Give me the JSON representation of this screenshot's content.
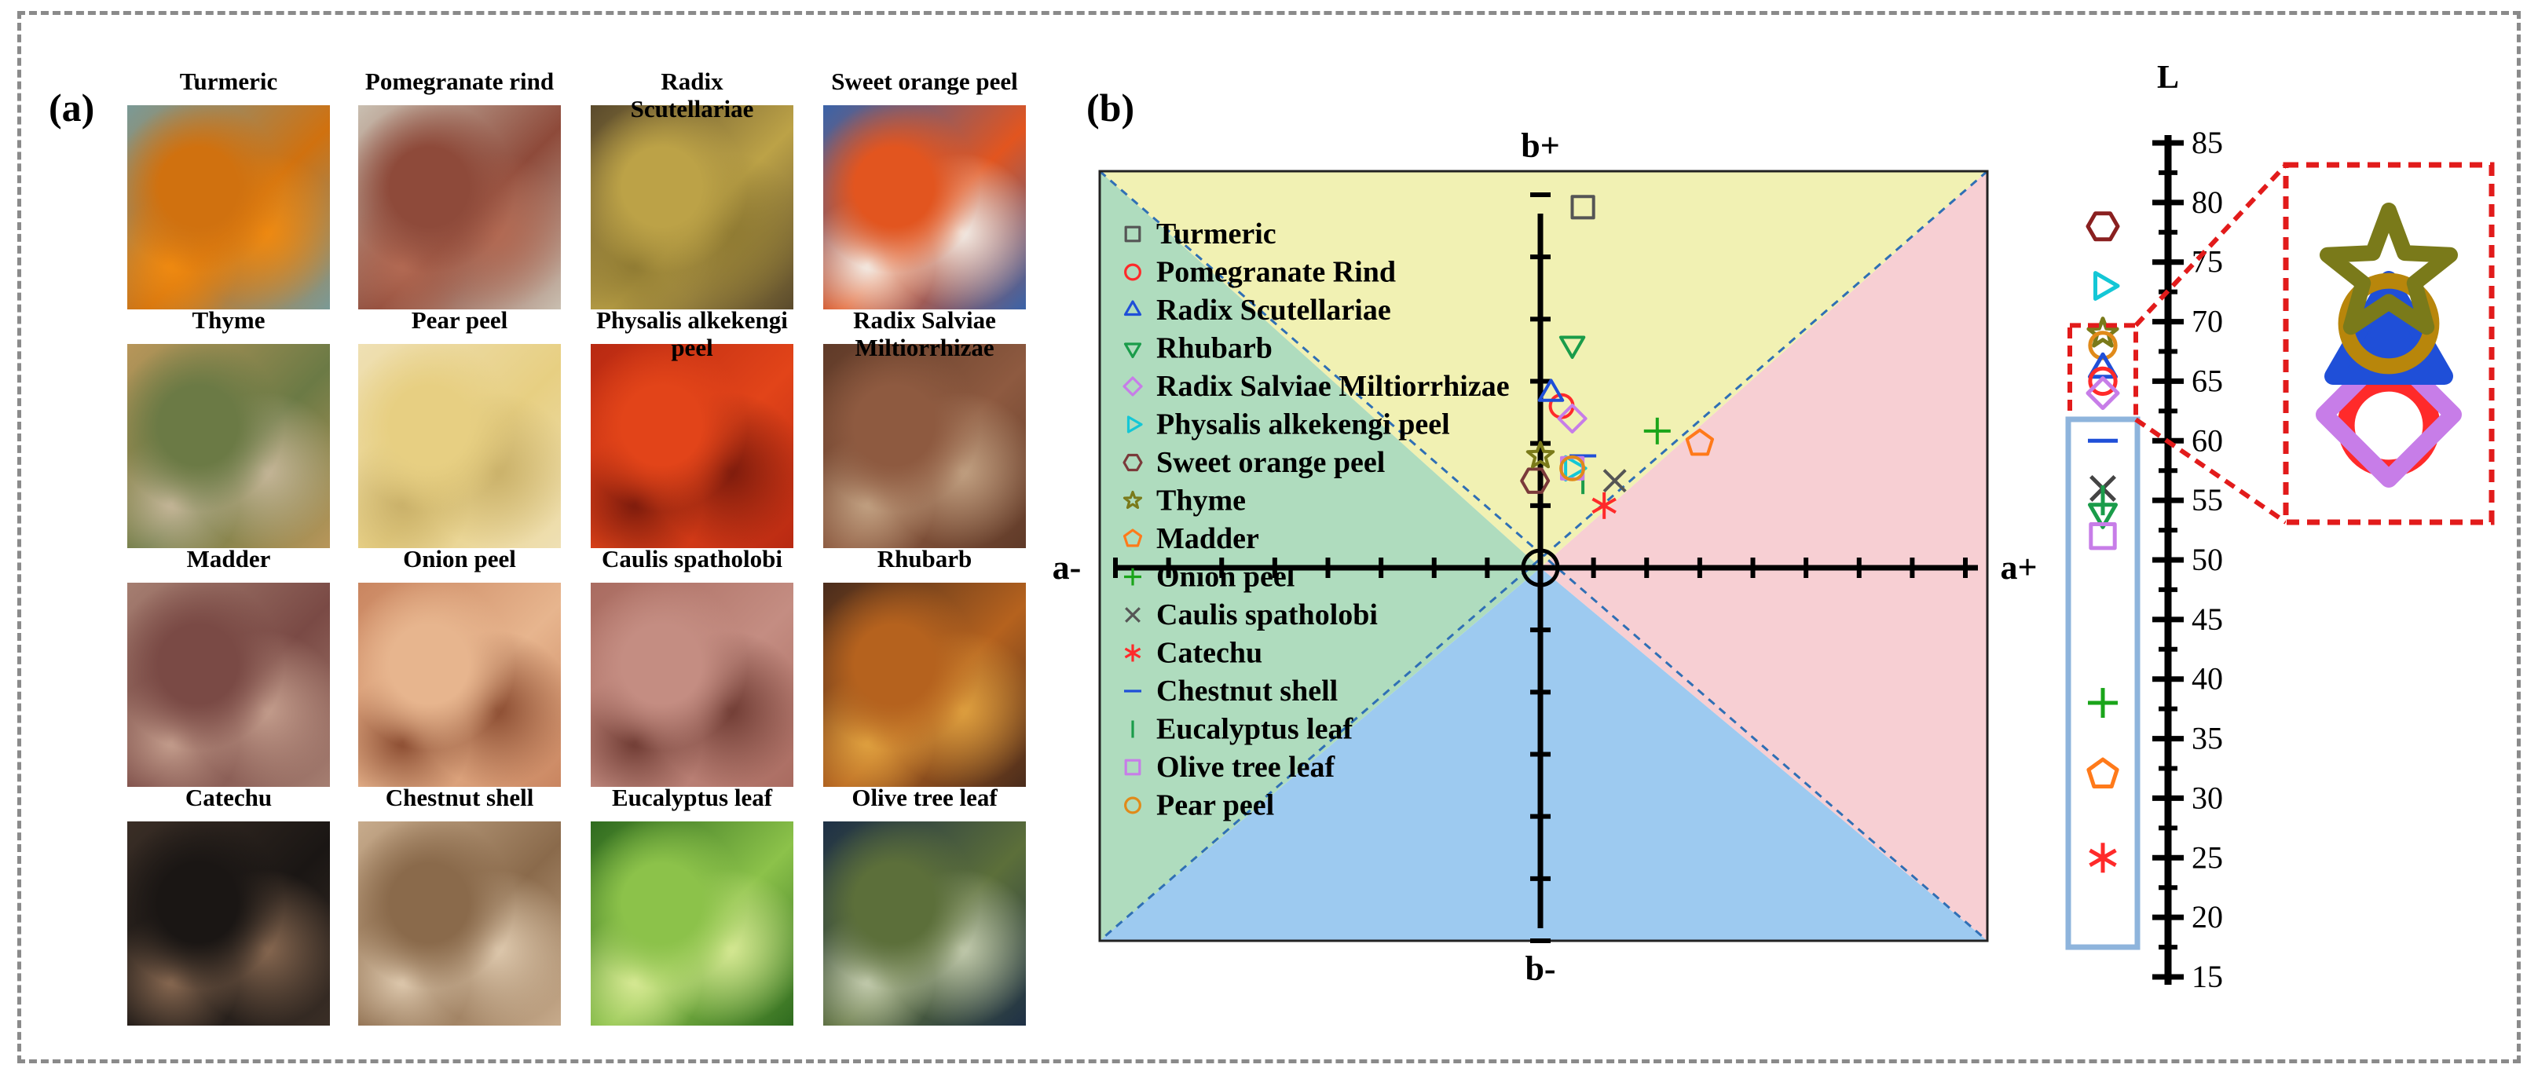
{
  "panel_a": {
    "label": "(a)",
    "photos": [
      {
        "title": "Turmeric",
        "title2": "",
        "colors": [
          "#7a9a97",
          "#d0710f",
          "#f08a10"
        ]
      },
      {
        "title": "Pomegranate rind",
        "title2": "",
        "colors": [
          "#c9bfb1",
          "#8e4a3a",
          "#b36a53"
        ]
      },
      {
        "title": "Radix",
        "title2": "Scutellariae",
        "colors": [
          "#5a4a2c",
          "#bca247",
          "#8f7a32"
        ]
      },
      {
        "title": "Sweet orange peel",
        "title2": "",
        "colors": [
          "#3a63a8",
          "#e2551f",
          "#f4f0ea"
        ]
      },
      {
        "title": "Thyme",
        "title2": "",
        "colors": [
          "#b8965a",
          "#6b7a45",
          "#c7b79a"
        ]
      },
      {
        "title": "Pear peel",
        "title2": "",
        "colors": [
          "#efe0b4",
          "#e7cf82",
          "#c9b069"
        ]
      },
      {
        "title": "Physalis alkekengi",
        "title2": "peel",
        "colors": [
          "#b82912",
          "#e24419",
          "#7a1a0c"
        ]
      },
      {
        "title": "Radix Salviae",
        "title2": "Miltiorrhizae",
        "colors": [
          "#5f3a28",
          "#8e5a40",
          "#c2a283"
        ]
      },
      {
        "title": "Madder",
        "title2": "",
        "colors": [
          "#a57e71",
          "#7a4a45",
          "#c59f8e"
        ]
      },
      {
        "title": "Onion peel",
        "title2": "",
        "colors": [
          "#c98560",
          "#e7b58e",
          "#8a4b30"
        ]
      },
      {
        "title": "Caulis spatholobi",
        "title2": "",
        "colors": [
          "#a96b60",
          "#c48d82",
          "#6e3a32"
        ]
      },
      {
        "title": "Rhubarb",
        "title2": "",
        "colors": [
          "#4a2c1c",
          "#b5621e",
          "#e0a240"
        ]
      },
      {
        "title": "Catechu",
        "title2": "",
        "colors": [
          "#3a2e26",
          "#1a1614",
          "#8a6a52"
        ]
      },
      {
        "title": "Chestnut shell",
        "title2": "",
        "colors": [
          "#c7ab8c",
          "#8a6a4b",
          "#e0cbb0"
        ]
      },
      {
        "title": "Eucalyptus leaf",
        "title2": "",
        "colors": [
          "#2f6b1f",
          "#8cc24a",
          "#d9ea96"
        ]
      },
      {
        "title": "Olive tree leaf",
        "title2": "",
        "colors": [
          "#1e3046",
          "#5c6f3a",
          "#c5cdb0"
        ]
      }
    ]
  },
  "panel_b": {
    "label": "(b)"
  },
  "chart_data": [
    {
      "type": "scatter",
      "title": "",
      "axis_labels": {
        "b_plus": "b+",
        "b_minus": "b-",
        "a_minus": "a-",
        "a_plus": "a+"
      },
      "quadrant_colors": {
        "top": "#f1f1b3",
        "right": "#f7cfd3",
        "bottom": "#9dcaf0",
        "left": "#afdcbe"
      },
      "xlim": [
        -40,
        40
      ],
      "ylim": [
        -30,
        30
      ],
      "grid": false,
      "legend_position": "top-left",
      "series": [
        {
          "name": "Turmeric",
          "marker": "square",
          "color": "#555555",
          "a": 4,
          "b": 29
        },
        {
          "name": "Pomegranate Rind",
          "marker": "circle",
          "color": "#ff2a2a",
          "a": 2,
          "b": 13
        },
        {
          "name": "Radix Scutellariae",
          "marker": "triangle-up",
          "color": "#1f4fd8",
          "a": 1,
          "b": 14
        },
        {
          "name": "Rhubarb",
          "marker": "triangle-down",
          "color": "#1a9c4a",
          "a": 3,
          "b": 18
        },
        {
          "name": "Radix Salviae Miltiorrhizae",
          "marker": "diamond",
          "color": "#c77de8",
          "a": 3,
          "b": 12
        },
        {
          "name": "Physalis alkekengi peel",
          "marker": "triangle-right",
          "color": "#14c7d6",
          "a": 3,
          "b": 8
        },
        {
          "name": "Sweet orange peel",
          "marker": "hexagon",
          "color": "#7a3a3a",
          "a": -0.5,
          "b": 7
        },
        {
          "name": "Thyme",
          "marker": "star",
          "color": "#7a7a1a",
          "a": 0,
          "b": 9
        },
        {
          "name": "Madder",
          "marker": "pentagon",
          "color": "#ff7a1a",
          "a": 15,
          "b": 10
        },
        {
          "name": "Onion peel",
          "marker": "plus",
          "color": "#1aa51a",
          "a": 11,
          "b": 11
        },
        {
          "name": "Caulis spatholobi",
          "marker": "x",
          "color": "#555555",
          "a": 7,
          "b": 7
        },
        {
          "name": "Catechu",
          "marker": "asterisk",
          "color": "#ff2a2a",
          "a": 6,
          "b": 5
        },
        {
          "name": "Chestnut shell",
          "marker": "hline",
          "color": "#1f4fd8",
          "a": 4,
          "b": 9
        },
        {
          "name": "Eucalyptus leaf",
          "marker": "vline",
          "color": "#1a9c4a",
          "a": 4,
          "b": 7
        },
        {
          "name": "Olive tree leaf",
          "marker": "square",
          "color": "#c77de8",
          "a": 3,
          "b": 8
        },
        {
          "name": "Pear peel",
          "marker": "circle",
          "color": "#e08a1a",
          "a": 3,
          "b": 8
        }
      ]
    },
    {
      "type": "scatter",
      "title": "",
      "ylabel": "L",
      "ylim": [
        15,
        85
      ],
      "yticks": [
        15,
        20,
        25,
        30,
        35,
        40,
        45,
        50,
        55,
        60,
        65,
        70,
        75,
        80,
        85
      ],
      "points": [
        {
          "marker": "hexagon",
          "color": "#8a2020",
          "L": 78
        },
        {
          "marker": "triangle-right",
          "color": "#14c7d6",
          "L": 73
        },
        {
          "marker": "star",
          "color": "#7a7a1a",
          "L": 69
        },
        {
          "marker": "circle",
          "color": "#e08a1a",
          "L": 68
        },
        {
          "marker": "triangle-up",
          "color": "#1f4fd8",
          "L": 66
        },
        {
          "marker": "circle",
          "color": "#ff2a2a",
          "L": 65
        },
        {
          "marker": "diamond",
          "color": "#c77de8",
          "L": 64
        },
        {
          "marker": "hline",
          "color": "#1f4fd8",
          "L": 60
        },
        {
          "marker": "x",
          "color": "#444444",
          "L": 56
        },
        {
          "marker": "triangle-down",
          "color": "#1a9c4a",
          "L": 54
        },
        {
          "marker": "vline",
          "color": "#1a9c4a",
          "L": 55
        },
        {
          "marker": "square",
          "color": "#c77de8",
          "L": 52
        },
        {
          "marker": "plus",
          "color": "#1aa51a",
          "L": 38
        },
        {
          "marker": "pentagon",
          "color": "#ff7a1a",
          "L": 32
        },
        {
          "marker": "asterisk",
          "color": "#ff2a2a",
          "L": 25
        }
      ],
      "inset_markers": [
        {
          "marker": "circle",
          "color": "#ff2a2a"
        },
        {
          "marker": "diamond",
          "color": "#c77de8"
        },
        {
          "marker": "triangle-up",
          "color": "#1f4fd8"
        },
        {
          "marker": "circle",
          "color": "#b8860b"
        },
        {
          "marker": "star",
          "color": "#7a7a1a"
        }
      ]
    }
  ]
}
